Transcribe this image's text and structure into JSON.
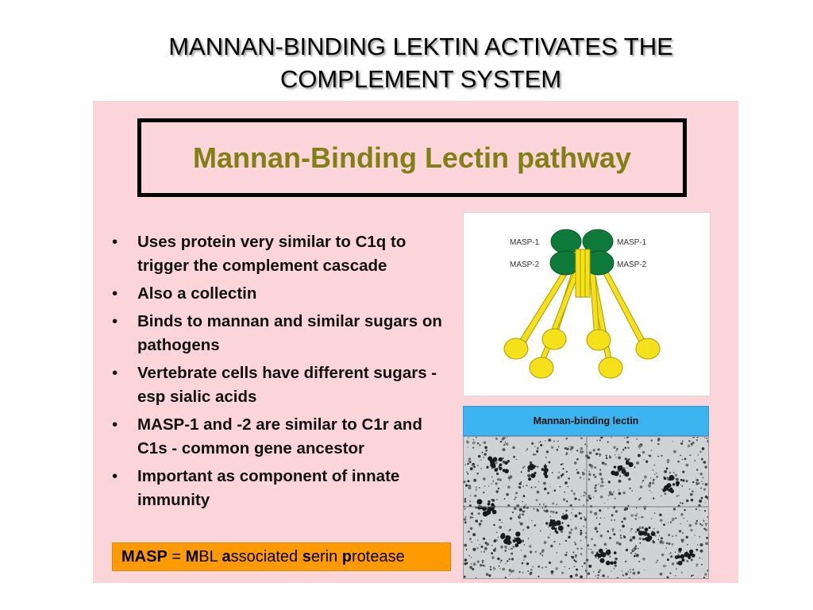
{
  "title": {
    "line1": "MANNAN-BINDING LEKTIN ACTIVATES THE",
    "line2": "COMPLEMENT SYSTEM"
  },
  "header_box": {
    "text": "Mannan-Binding Lectin pathway"
  },
  "bullets": [
    "Uses protein very similar to C1q to trigger the complement cascade",
    "Also a collectin",
    "Binds to mannan and similar sugars on pathogens",
    "Vertebrate cells have different sugars -esp sialic acids",
    "MASP-1 and -2 are similar to C1r and C1s - common gene ancestor",
    "Important as component of innate immunity"
  ],
  "bullet_symbol": "•",
  "masp_note": {
    "term": "MASP",
    "equals": " = ",
    "parts": [
      {
        "bold": "M",
        "rest": "BL "
      },
      {
        "bold": "a",
        "rest": "ssociated "
      },
      {
        "bold": "s",
        "rest": "erin "
      },
      {
        "bold": "p",
        "rest": "rotease"
      }
    ]
  },
  "diagram": {
    "labels": {
      "masp1_left": "MASP-1",
      "masp2_left": "MASP-2",
      "masp1_right": "MASP-1",
      "masp2_right": "MASP-2"
    },
    "colors": {
      "masp": "#0e7a3a",
      "lectin": "#f5e11a",
      "lectin_stroke": "#a89a00"
    }
  },
  "micrograph": {
    "header": "Mannan-binding lectin"
  },
  "colors": {
    "panel": "#fcd5da",
    "header_text": "#808015",
    "note_bg": "#ff9a00",
    "micro_header_bg": "#3cb4ef"
  }
}
